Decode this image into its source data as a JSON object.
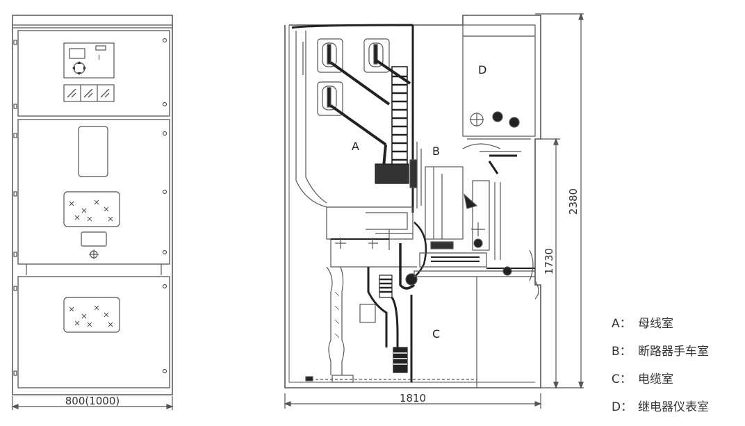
{
  "dimensions": {
    "front_width": "800(1000)",
    "side_depth": "1810",
    "total_height": "2380",
    "partial_height": "1730"
  },
  "zones": [
    {
      "letter": "A",
      "name": "母线室"
    },
    {
      "letter": "B",
      "name": "断路器手车室"
    },
    {
      "letter": "C",
      "name": "电缆室"
    },
    {
      "letter": "D",
      "name": "继电器仪表室"
    }
  ],
  "panel_indicator": "I",
  "legend_separator": "："
}
